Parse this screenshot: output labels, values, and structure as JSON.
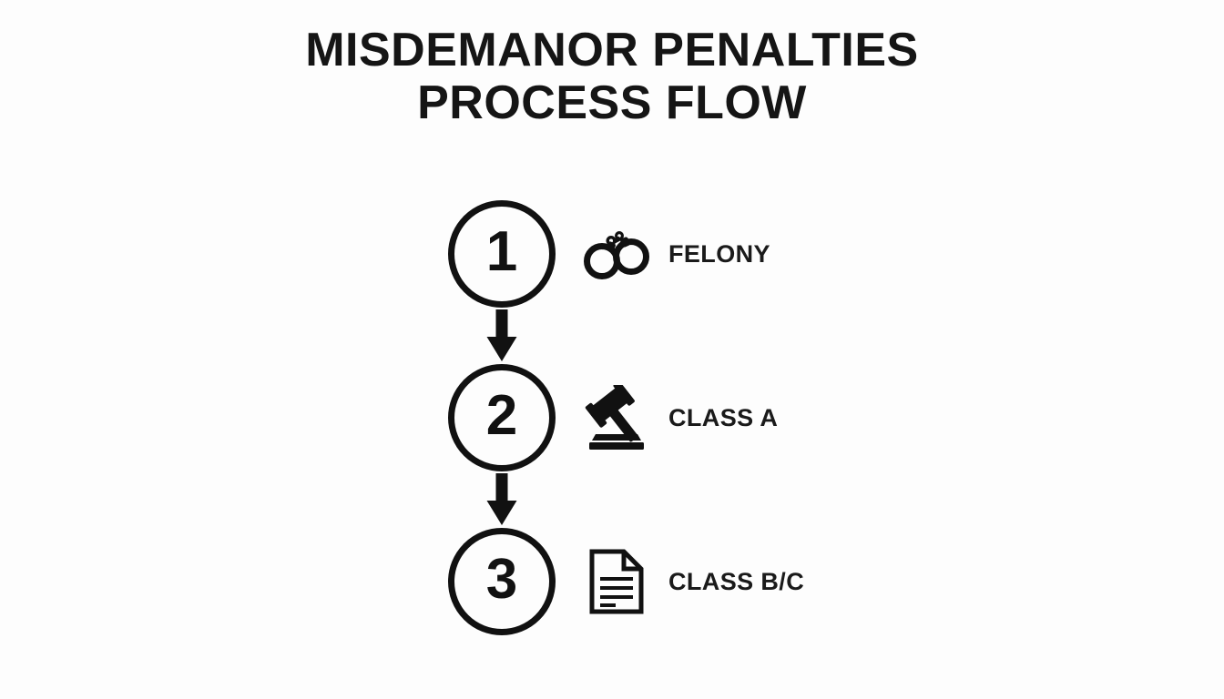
{
  "title": {
    "line1": "MISDEMANOR PENALTIES",
    "line2": "PROCESS FLOW"
  },
  "colors": {
    "background": "#fdfdfd",
    "ink": "#111111",
    "label_ink": "#1a1a1a"
  },
  "flow": {
    "steps": [
      {
        "number": "1",
        "icon": "handcuffs-icon",
        "label": "FELONY"
      },
      {
        "number": "2",
        "icon": "gavel-icon",
        "label": "CLASS A"
      },
      {
        "number": "3",
        "icon": "document-icon",
        "label": "CLASS B/C"
      }
    ],
    "connector_icon": "arrow-down-icon"
  }
}
